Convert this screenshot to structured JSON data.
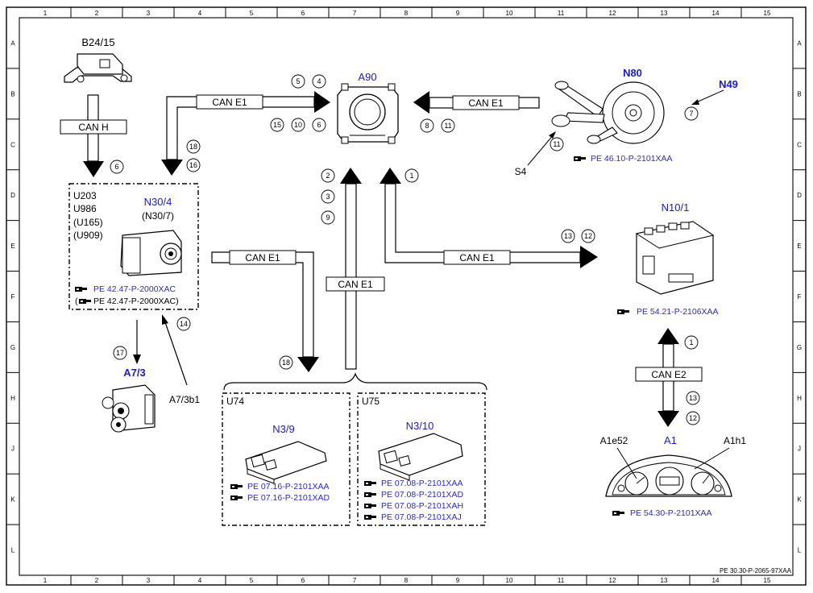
{
  "ruler": {
    "columns": [
      "1",
      "2",
      "3",
      "4",
      "5",
      "6",
      "7",
      "8",
      "9",
      "10",
      "11",
      "12",
      "13",
      "14",
      "15"
    ],
    "rows": [
      "A",
      "B",
      "C",
      "D",
      "E",
      "F",
      "G",
      "H",
      "J",
      "K",
      "L"
    ]
  },
  "components": {
    "b24": "B24/15",
    "a90": "A90",
    "n80": "N80",
    "n49": "N49",
    "s4": "S4",
    "n30_title": "N30/4",
    "n30_alt": "(N30/7)",
    "u203": "U203",
    "u986": "U986",
    "u165": "(U165)",
    "u909": "(U909)",
    "n10": "N10/1",
    "a73": "A7/3",
    "a73b1": "A7/3b1",
    "u74": "U74",
    "u75": "U75",
    "n39": "N3/9",
    "n310": "N3/10",
    "a1": "A1",
    "a1e52": "A1e52",
    "a1h1": "A1h1"
  },
  "bus_labels": {
    "can_h": "CAN H",
    "can_e1_top": "CAN E1",
    "can_e1_right": "CAN E1",
    "can_e1_mid": "CAN E1",
    "can_e1_vert": "CAN E1",
    "can_e1_n10": "CAN E1",
    "can_e2": "CAN E2"
  },
  "references": {
    "n80": "PE 46.10-P-2101XAA",
    "n30_1": "PE 42.47-P-2000XAC",
    "n30_2": "PE 42.47-P-2000XAC)",
    "n10": "PE 54.21-P-2106XAA",
    "n39_1": "PE 07.16-P-2101XAA",
    "n39_2": "PE 07.16-P-2101XAD",
    "n310_1": "PE 07.08-P-2101XAA",
    "n310_2": "PE 07.08-P-2101XAD",
    "n310_3": "PE 07.08-P-2101XAH",
    "n310_4": "PE 07.08-P-2101XAJ",
    "a1": "PE 54.30-P-2101XAA"
  },
  "markers": {
    "m1": "5",
    "m2": "4",
    "m3": "15",
    "m4": "10",
    "m5": "6",
    "m6": "8",
    "m7": "11",
    "m8": "7",
    "m9": "11",
    "m10": "6",
    "m11": "18",
    "m12": "16",
    "m13": "2",
    "m14": "3",
    "m15": "9",
    "m16": "1",
    "m17": "13",
    "m18": "12",
    "m19": "14",
    "m20": "17",
    "m21": "18",
    "m22": "1",
    "m23": "13",
    "m24": "12"
  },
  "footer": "PE 30.30-P-2065-97XAA"
}
